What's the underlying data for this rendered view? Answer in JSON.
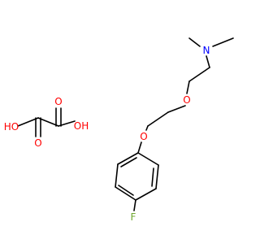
{
  "colors": {
    "bond": "#000000",
    "carbon": "#000000",
    "nitrogen": "#0000ff",
    "oxygen": "#ff0000",
    "fluorine": "#70a830"
  },
  "molecule": {
    "atoms": {
      "n_amine": "N",
      "o_ether_upper": "O",
      "o_ether_lower": "O",
      "fluorine": "F",
      "oxalic_oh_left": "HO",
      "oxalic_oh_right": "OH",
      "oxalic_o_top": "O",
      "oxalic_o_bottom": "O"
    }
  }
}
